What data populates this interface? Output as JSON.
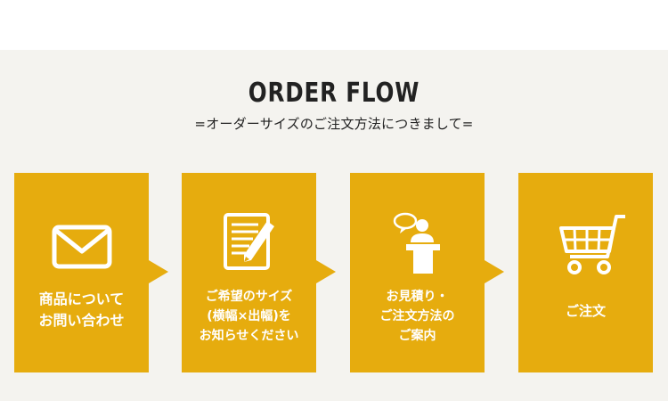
{
  "section": {
    "title": "ORDER FLOW",
    "subtitle": "=オーダーサイズのご注文方法につきまして="
  },
  "steps": [
    {
      "icon": "envelope-icon",
      "lines": [
        "商品について",
        "お問い合わせ"
      ]
    },
    {
      "icon": "form-pencil-icon",
      "lines": [
        "ご希望のサイズ",
        "(横幅×出幅)を",
        "お知らせください"
      ]
    },
    {
      "icon": "presenter-icon",
      "lines": [
        "お見積り・",
        "ご注文方法の",
        "ご案内"
      ]
    },
    {
      "icon": "shopping-cart-icon",
      "lines": [
        "ご注文"
      ]
    }
  ],
  "colors": {
    "accent": "#e6ac0e",
    "panel_bg": "#f4f3ef",
    "text": "#222222"
  }
}
